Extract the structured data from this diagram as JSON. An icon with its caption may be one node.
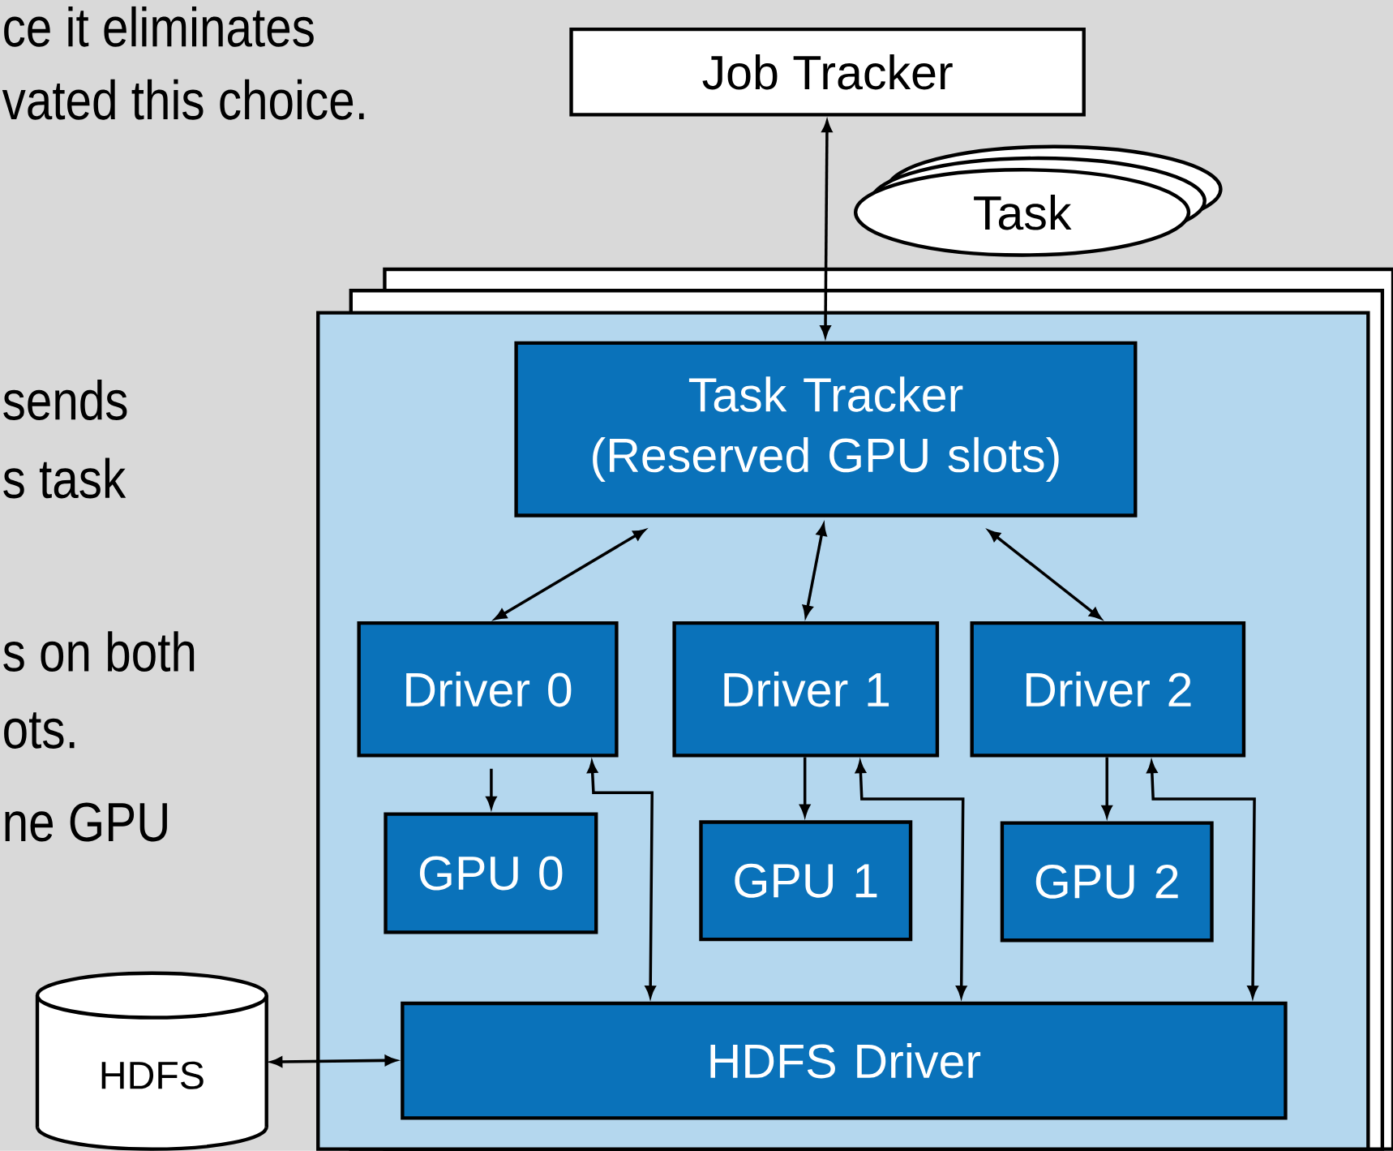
{
  "diagram": {
    "nodes": [
      {
        "text": [
          "Job Tracker"
        ]
      },
      {
        "text": [
          "Task"
        ]
      },
      {
        "text": [],
        "shape": "box"
      },
      {
        "text": [
          "Task Tracker (Reserved GPU slots)"
        ],
        "in": 2
      },
      {
        "text": [
          "Driver 0"
        ],
        "in": 2
      },
      {
        "text": [
          "Driver 1"
        ],
        "in": 2
      },
      {
        "text": [
          "Driver 2"
        ],
        "in": 2
      },
      {
        "text": [
          "GPU 0"
        ],
        "in": 2
      },
      {
        "text": [
          "GPU 1"
        ],
        "in": 2
      },
      {
        "text": [
          "GPU 2"
        ],
        "in": 2
      },
      {
        "text": [
          "HDFS Driver"
        ],
        "in": 2
      },
      {
        "text": [
          "HDFS"
        ]
      }
    ],
    "edges": [
      {
        "from": 0,
        "to": 3,
        "arrow": "both"
      },
      {
        "from": 3,
        "to": 4,
        "arrow": "both"
      },
      {
        "from": 3,
        "to": 5,
        "arrow": "both"
      },
      {
        "from": 3,
        "to": 6,
        "arrow": "both"
      },
      {
        "from": 4,
        "to": 7,
        "arrow": "to"
      },
      {
        "from": 5,
        "to": 8,
        "arrow": "to"
      },
      {
        "from": 6,
        "to": 9,
        "arrow": "to"
      },
      {
        "from": 4,
        "to": 10,
        "arrow": "both"
      },
      {
        "from": 5,
        "to": 10,
        "arrow": "both"
      },
      {
        "from": 6,
        "to": 10,
        "arrow": "both"
      },
      {
        "from": 11,
        "to": 10,
        "arrow": "both"
      }
    ],
    "labels": [
      "ce it eliminates",
      "vated this choice.",
      "sends",
      "s task",
      "s on both",
      "ots.",
      "ne GPU"
    ]
  }
}
